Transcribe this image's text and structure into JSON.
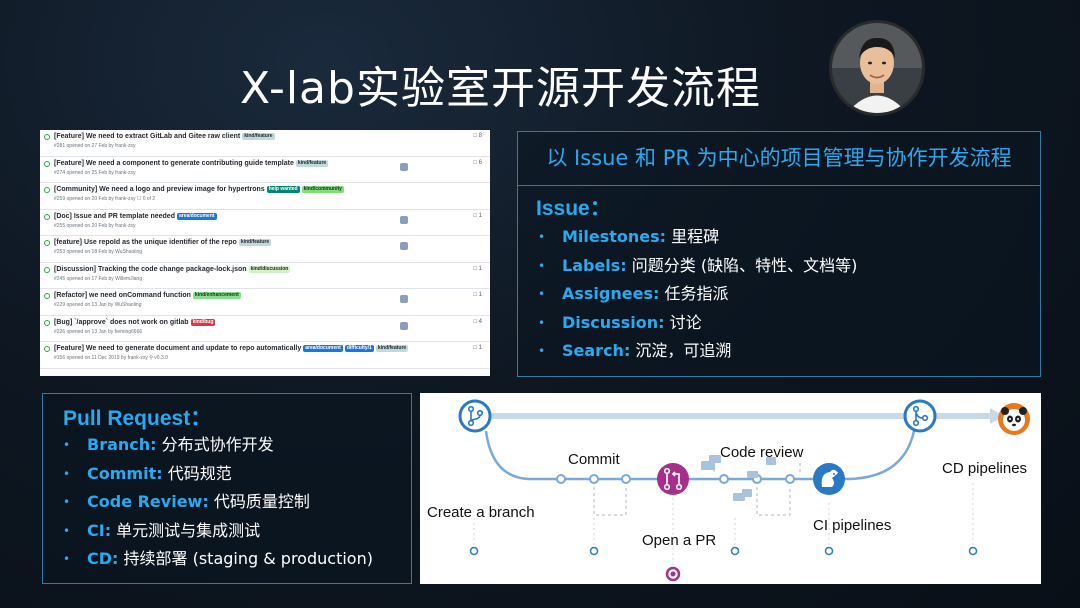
{
  "slide": {
    "title": "X-lab实验室开源开发流程"
  },
  "issues": [
    {
      "title": "[Feature] We need to extract GitLab and Gitee raw client",
      "labels": [
        {
          "text": "kind/feature",
          "bg": "#bfdadc",
          "fg": "#24292e"
        }
      ],
      "meta": "#281 opened on 27 Feb by frank-zsy",
      "count": "8",
      "avatar": false
    },
    {
      "title": "[Feature] We need a component to generate contributing guide template",
      "labels": [
        {
          "text": "kind/feature",
          "bg": "#bfdadc",
          "fg": "#24292e"
        }
      ],
      "meta": "#274 opened on 25 Feb by frank-zsy",
      "count": "6",
      "avatar": true
    },
    {
      "title": "[Community] We need a logo and preview image for hypertrons",
      "labels": [
        {
          "text": "help wanted",
          "bg": "#008672",
          "fg": "#ffffff"
        },
        {
          "text": "kind/community",
          "bg": "#7ee074",
          "fg": "#24292e"
        }
      ],
      "meta": "#259 opened on 20 Feb by frank-zsy    ☐ 0 of 2",
      "count": "",
      "avatar": false
    },
    {
      "title": "[Doc] Issue and PR template needed",
      "labels": [
        {
          "text": "area/document",
          "bg": "#1d76db",
          "fg": "#ffffff"
        }
      ],
      "meta": "#255 opened on 20 Feb by frank-zsy",
      "count": "1",
      "avatar": true
    },
    {
      "title": "[feature] Use repoId as the unique identifier of the repo",
      "labels": [
        {
          "text": "kind/feature",
          "bg": "#bfdadc",
          "fg": "#24292e"
        }
      ],
      "meta": "#253 opened on 18 Feb by WuShaoling",
      "count": "",
      "avatar": true
    },
    {
      "title": "[Discussion] Tracking the code change package-lock.json",
      "labels": [
        {
          "text": "kind/discussion",
          "bg": "#d4f0c8",
          "fg": "#24292e"
        }
      ],
      "meta": "#245 opened on 17 Feb by WillemJiang",
      "count": "1",
      "avatar": false
    },
    {
      "title": "[Refactor] we need onCommand function",
      "labels": [
        {
          "text": "kind/enhancement",
          "bg": "#84e08a",
          "fg": "#24292e"
        }
      ],
      "meta": "#229 opened on 13 Jan by WuShaoling",
      "count": "1",
      "avatar": true
    },
    {
      "title": "[Bug] `/approve` does not work on gitlab",
      "labels": [
        {
          "text": "kind/bug",
          "bg": "#d73a4a",
          "fg": "#ffffff"
        }
      ],
      "meta": "#226 opened on 13 Jan by heming6666",
      "count": "4",
      "avatar": true
    },
    {
      "title": "[Feature] We need to generate document and update to repo automatically",
      "labels": [
        {
          "text": "area/document",
          "bg": "#1d76db",
          "fg": "#ffffff"
        },
        {
          "text": "difficulty/1",
          "bg": "#1d76db",
          "fg": "#ffffff"
        },
        {
          "text": "kind/feature",
          "bg": "#bfdadc",
          "fg": "#24292e"
        }
      ],
      "meta": "#156 opened on 11 Dec 2019 by frank-zsy    ⚲ v0.3.0",
      "count": "1",
      "avatar": false
    }
  ],
  "issue_box": {
    "header": "以 Issue 和 PR 为中心的项目管理与协作开发流程",
    "subtitle": "Issue：",
    "items": [
      {
        "key": "Milestones:",
        "value": " 里程碑"
      },
      {
        "key": "Labels:",
        "value": " 问题分类 (缺陷、特性、文档等)"
      },
      {
        "key": "Assignees:",
        "value": " 任务指派"
      },
      {
        "key": "Discussion:",
        "value": " 讨论"
      },
      {
        "key": "Search:",
        "value": " 沉淀，可追溯"
      }
    ]
  },
  "pr_box": {
    "subtitle": "Pull Request：",
    "items": [
      {
        "key": "Branch:",
        "value": " 分布式协作开发"
      },
      {
        "key": "Commit:",
        "value": " 代码规范"
      },
      {
        "key": "Code Review:",
        "value": " 代码质量控制"
      },
      {
        "key": "CI:",
        "value": " 单元测试与集成测试"
      },
      {
        "key": "CD:",
        "value": " 持续部署 (staging & production)"
      }
    ]
  },
  "flow": {
    "labels": {
      "create_branch": "Create a branch",
      "commit": "Commit",
      "open_pr": "Open a PR",
      "code_review": "Code review",
      "ci": "CI pipelines",
      "cd": "CD pipelines"
    },
    "colors": {
      "line": "#79a8d9",
      "node": "#2b78c5",
      "pr": "#a52f8a",
      "arrow": "#c8d9ec"
    },
    "icons": [
      "branch-icon",
      "pull-request-icon",
      "squirrel-icon",
      "merge-icon",
      "panda-icon"
    ]
  },
  "bullet_glyph": "•"
}
